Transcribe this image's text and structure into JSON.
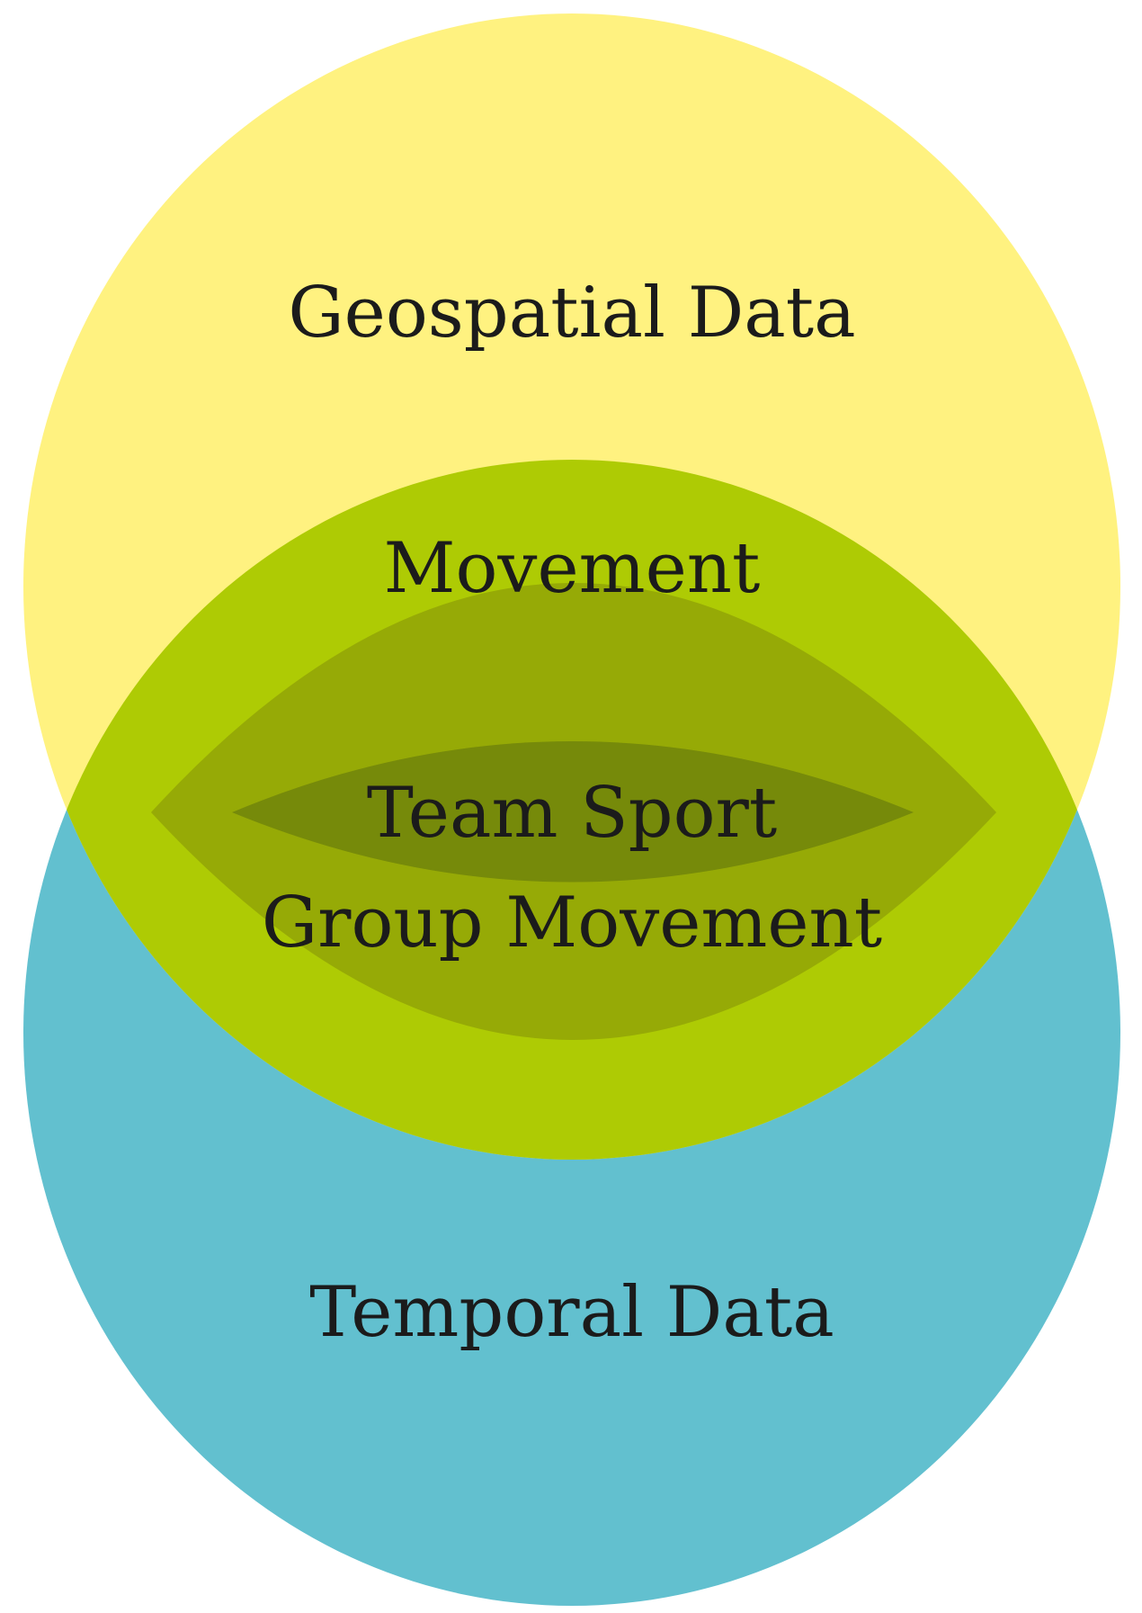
{
  "diagram": {
    "sets": [
      {
        "id": "geospatial",
        "label": "Geospatial Data",
        "color": "#fff280"
      },
      {
        "id": "temporal",
        "label": "Temporal Data",
        "color": "#62c0cf"
      }
    ],
    "intersection": {
      "label": "Movement",
      "color": "#aecb04"
    },
    "nested": [
      {
        "id": "group",
        "label": "Group Movement",
        "color": "#96aa06"
      },
      {
        "id": "team",
        "label": "Team Sport",
        "color": "#768a0a"
      }
    ]
  }
}
